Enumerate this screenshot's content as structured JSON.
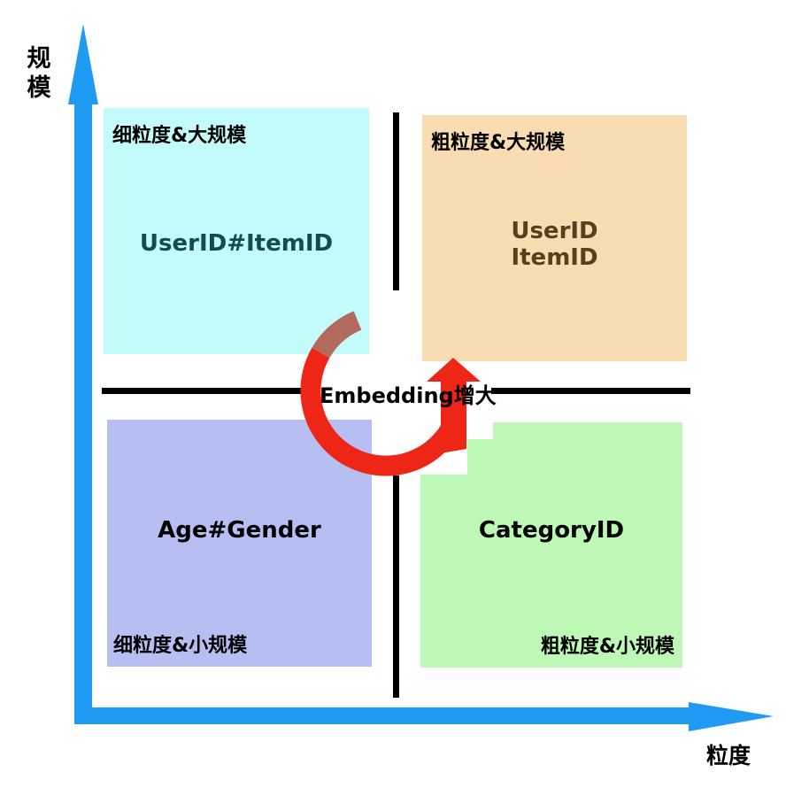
{
  "diagram": {
    "axes": {
      "y_label": "规模",
      "x_label": "粒度",
      "color": "#1F9BF4"
    },
    "divider_color": "#000000",
    "quadrants": {
      "top_left": {
        "corner_label": "细粒度&大规模",
        "center_label": "UserID#ItemID",
        "bg": "#C2FBFA",
        "text_color": "#17494E"
      },
      "top_right": {
        "corner_label": "粗粒度&大规模",
        "center_lines": [
          "UserID",
          "ItemID"
        ],
        "bg": "#FADCB2",
        "text_color": "#5C3D1C"
      },
      "bottom_left": {
        "corner_label": "细粒度&小规模",
        "center_label": "Age#Gender",
        "bg": "#B7BEF2",
        "text_color": "#000000"
      },
      "bottom_right": {
        "corner_label": "粗粒度&小规模",
        "center_label": "CategoryID",
        "bg": "#BEF8B7",
        "text_color": "#000000"
      }
    },
    "center_arrow": {
      "label": "Embedding增大",
      "color": "#EE2617",
      "tail_color": "#B26A5C"
    }
  }
}
